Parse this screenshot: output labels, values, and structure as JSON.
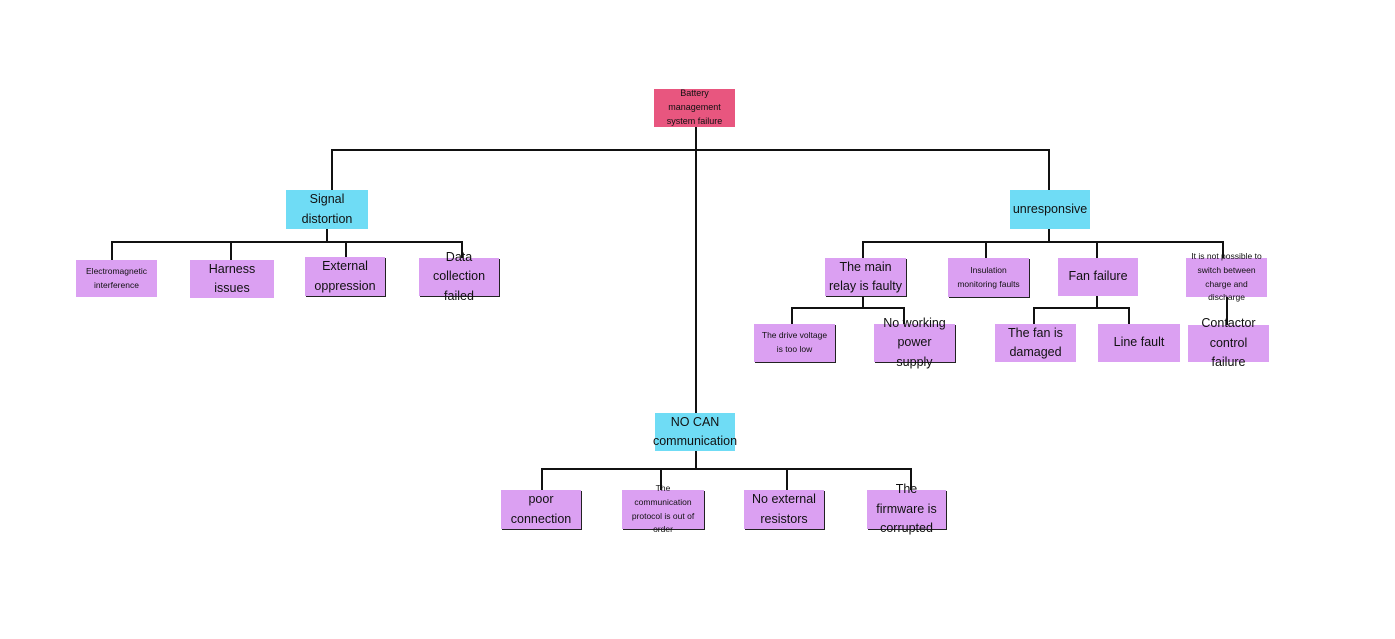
{
  "colors": {
    "root": "#e8567f",
    "category": "#6fdcf5",
    "leaf": "#dba0f2",
    "line": "#111111"
  },
  "diagram": {
    "root": {
      "label": "Battery management system failure"
    },
    "signal_distortion": {
      "label": "Signal distortion",
      "children": [
        "Electromagnetic interference",
        "Harness issues",
        "External oppression",
        "Data collection failed"
      ]
    },
    "unresponsive": {
      "label": "unresponsive",
      "main_relay": {
        "label": "The main relay is faulty",
        "children": [
          "The drive voltage is too low",
          "No working power supply"
        ]
      },
      "insulation": {
        "label": "Insulation monitoring faults"
      },
      "fan": {
        "label": "Fan failure",
        "children": [
          "The fan is damaged",
          "Line fault"
        ]
      },
      "switch": {
        "label": "It is not possible to switch between charge and discharge",
        "children": [
          "Contactor control failure"
        ]
      }
    },
    "no_can": {
      "label": "NO CAN communication",
      "children": [
        "poor connection",
        "The communication protocol is out of order",
        "No external resistors",
        "The firmware is corrupted"
      ]
    }
  }
}
